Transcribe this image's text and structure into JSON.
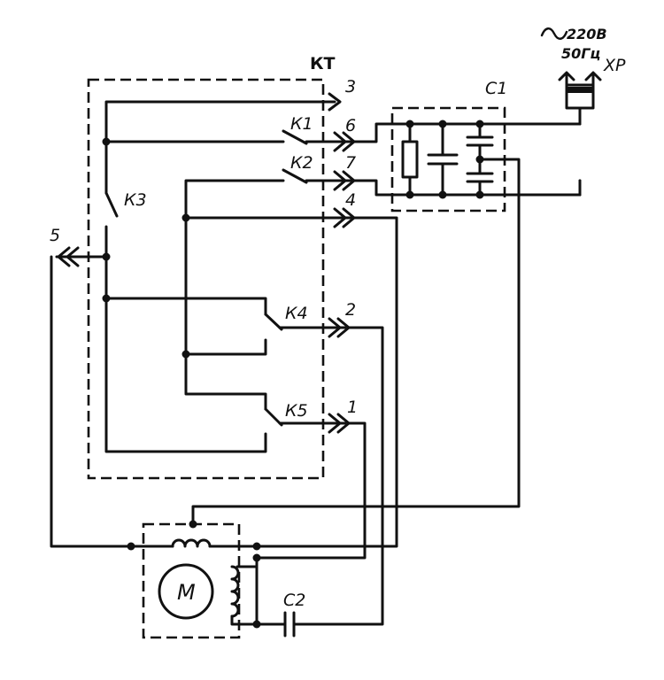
{
  "labels": {
    "kt": "КТ",
    "c1": "С1",
    "c2": "С2",
    "xp": "ХР",
    "voltage": "220В",
    "frequency": "50Гц",
    "motor": "М",
    "k1": "К1",
    "k2": "К2",
    "k3": "К3",
    "k4": "К4",
    "k5": "К5",
    "pin1": "1",
    "pin2": "2",
    "pin3": "3",
    "pin4": "4",
    "pin5": "5",
    "pin6": "6",
    "pin7": "7"
  },
  "icons": {
    "ac_symbol": "sine-wave-icon",
    "plug": "plug-icon"
  }
}
